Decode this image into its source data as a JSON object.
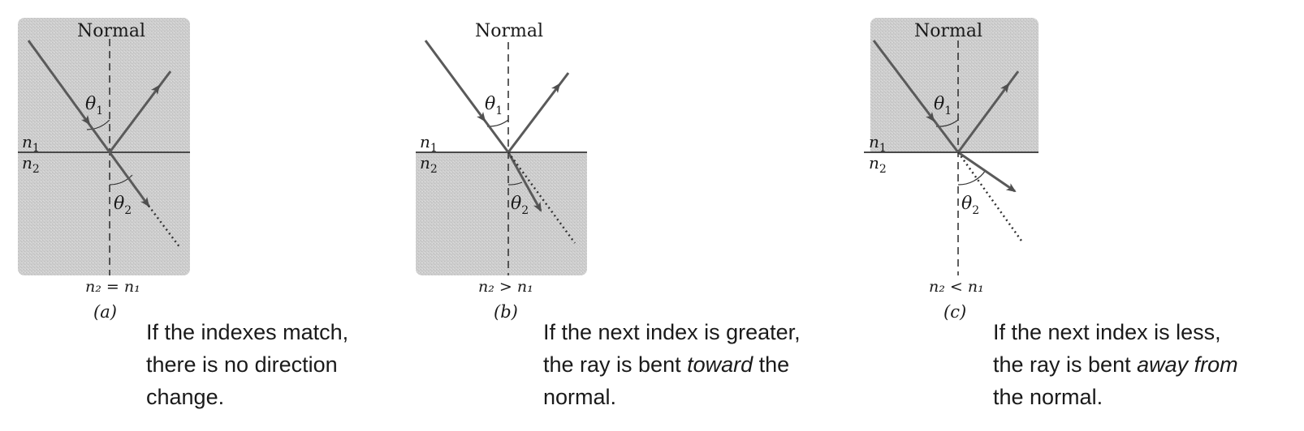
{
  "diagram": {
    "panels": [
      {
        "id": "a",
        "normal_label": "Normal",
        "n1": "n",
        "n1_sub": "1",
        "n2": "n",
        "n2_sub": "2",
        "theta1": "θ",
        "theta1_sub": "1",
        "theta2": "θ",
        "theta2_sub": "2",
        "condition": "n₂ = n₁",
        "letter": "(a)",
        "caption": [
          {
            "text": "If the indexes match,"
          },
          {
            "text": "there is no direction"
          },
          {
            "text": "change."
          }
        ]
      },
      {
        "id": "b",
        "normal_label": "Normal",
        "n1": "n",
        "n1_sub": "1",
        "n2": "n",
        "n2_sub": "2",
        "theta1": "θ",
        "theta1_sub": "1",
        "theta2": "θ",
        "theta2_sub": "2",
        "condition": "n₂ > n₁",
        "letter": "(b)",
        "caption_line1": "If the next index is greater,",
        "caption_line2_pre": "the ray is bent ",
        "caption_line2_em": "toward",
        "caption_line2_post": " the",
        "caption_line3": "normal."
      },
      {
        "id": "c",
        "normal_label": "Normal",
        "n1": "n",
        "n1_sub": "1",
        "n2": "n",
        "n2_sub": "2",
        "theta1": "θ",
        "theta1_sub": "1",
        "theta2": "θ",
        "theta2_sub": "2",
        "condition": "n₂ < n₁",
        "letter": "(c)",
        "caption_line1": "If the next index is less,",
        "caption_line2_pre": "the ray is bent ",
        "caption_line2_em": "away from",
        "caption_line3": "the normal."
      }
    ],
    "colors": {
      "medium_fill": "#cfcfcf",
      "ray": "#5a5a5a",
      "interface_line": "#4a4a4a",
      "text": "#1a1a1a"
    }
  }
}
